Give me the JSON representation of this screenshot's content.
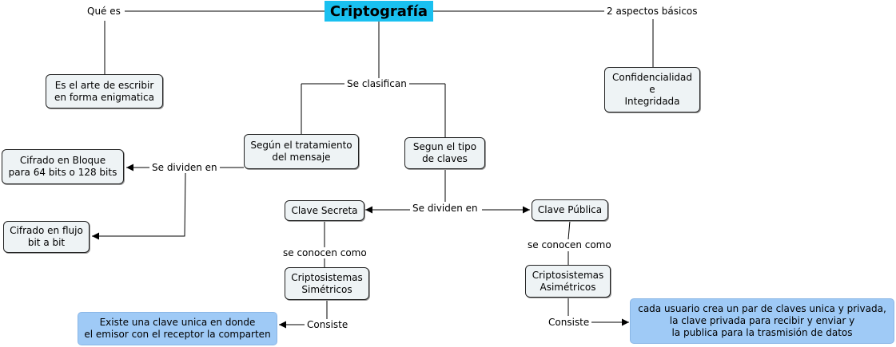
{
  "title": "Criptografía",
  "labels": {
    "que_es": "Qué es",
    "aspectos": "2 aspectos básicos",
    "se_clasifican": "Se clasifican",
    "se_dividen_left": "Se dividen en",
    "se_dividen_mid": "Se dividen en",
    "se_conocen_left": "se conocen como",
    "se_conocen_right": "se conocen como",
    "consiste_left": "Consiste",
    "consiste_right": "Consiste"
  },
  "nodes": {
    "definicion": "Es el arte de escribir\nen forma enigmatica",
    "aspectos": "Confidencialidad\ne\nIntegridada",
    "segun_tratamiento": "Según el tratamiento\ndel mensaje",
    "segun_tipo": "Segun el tipo\nde claves",
    "cifrado_bloque": "Cifrado en Bloque\npara 64 bits o 128 bits",
    "cifrado_flujo": "Cifrado en flujo\nbit a bit",
    "clave_secreta": "Clave Secreta",
    "clave_publica": "Clave Pública",
    "cripto_simetricos": "Criptosistemas\nSimétricos",
    "cripto_asimetricos": "Criptosistemas\nAsimétricos",
    "clave_unica": "Existe una clave unica en donde\nel emisor con el receptor la comparten",
    "par_claves": "cada usuario crea un par de claves unica y privada,\nla clave privada para recibir y enviar y\nla publica para la trasmisión de datos"
  }
}
